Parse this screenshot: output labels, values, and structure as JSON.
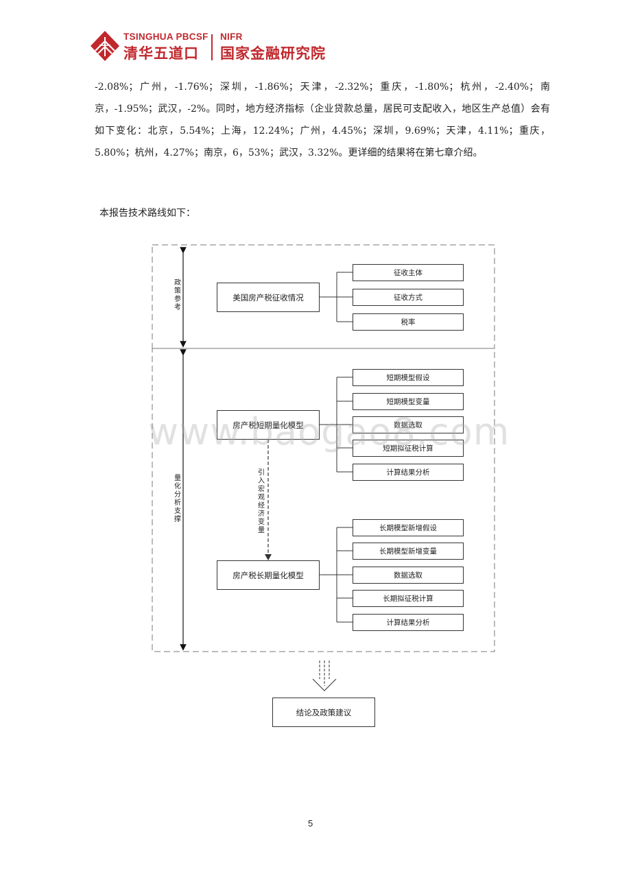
{
  "header": {
    "logo_en_left": "TSINGHUA PBCSF",
    "logo_cn_left": "清华五道口",
    "logo_en_right": "NIFR",
    "logo_cn_right": "国家金融研究院",
    "brand_color": "#c0282d"
  },
  "body": {
    "paragraph": "-2.08%；广州，-1.76%；深圳，-1.86%；天津，-2.32%；重庆，-1.80%；杭州，-2.40%；南京，-1.95%；武汉，-2%。同时，地方经济指标（企业贷款总量，居民可支配收入，地区生产总值）会有如下变化：北京，5.54%；上海，12.24%；广州，4.45%；深圳，9.69%；天津，4.11%；重庆，5.80%；杭州，4.27%；南京，6，53%；武汉，3.32%。更详细的结果将在第七章介绍。",
    "route_intro": "本报告技术路线如下："
  },
  "diagram": {
    "section_policy_label": "政策参考",
    "section_quant_label": "量化分析支撑",
    "policy_box": "美国房产税征收情况",
    "policy_items": [
      "征收主体",
      "征收方式",
      "税率"
    ],
    "short_model_box": "房产税短期量化模型",
    "short_items": [
      "短期模型假设",
      "短期模型变量",
      "数据选取",
      "短期拟征税计算",
      "计算结果分析"
    ],
    "macro_label": "引入宏观经济变量",
    "long_model_box": "房产税长期量化模型",
    "long_items": [
      "长期模型新增假设",
      "长期模型新增变量",
      "数据选取",
      "长期拟征税计算",
      "计算结果分析"
    ],
    "conclusion_box": "结论及政策建议"
  },
  "watermark": "www.baogao8.com",
  "footer": {
    "page_number": "5"
  }
}
